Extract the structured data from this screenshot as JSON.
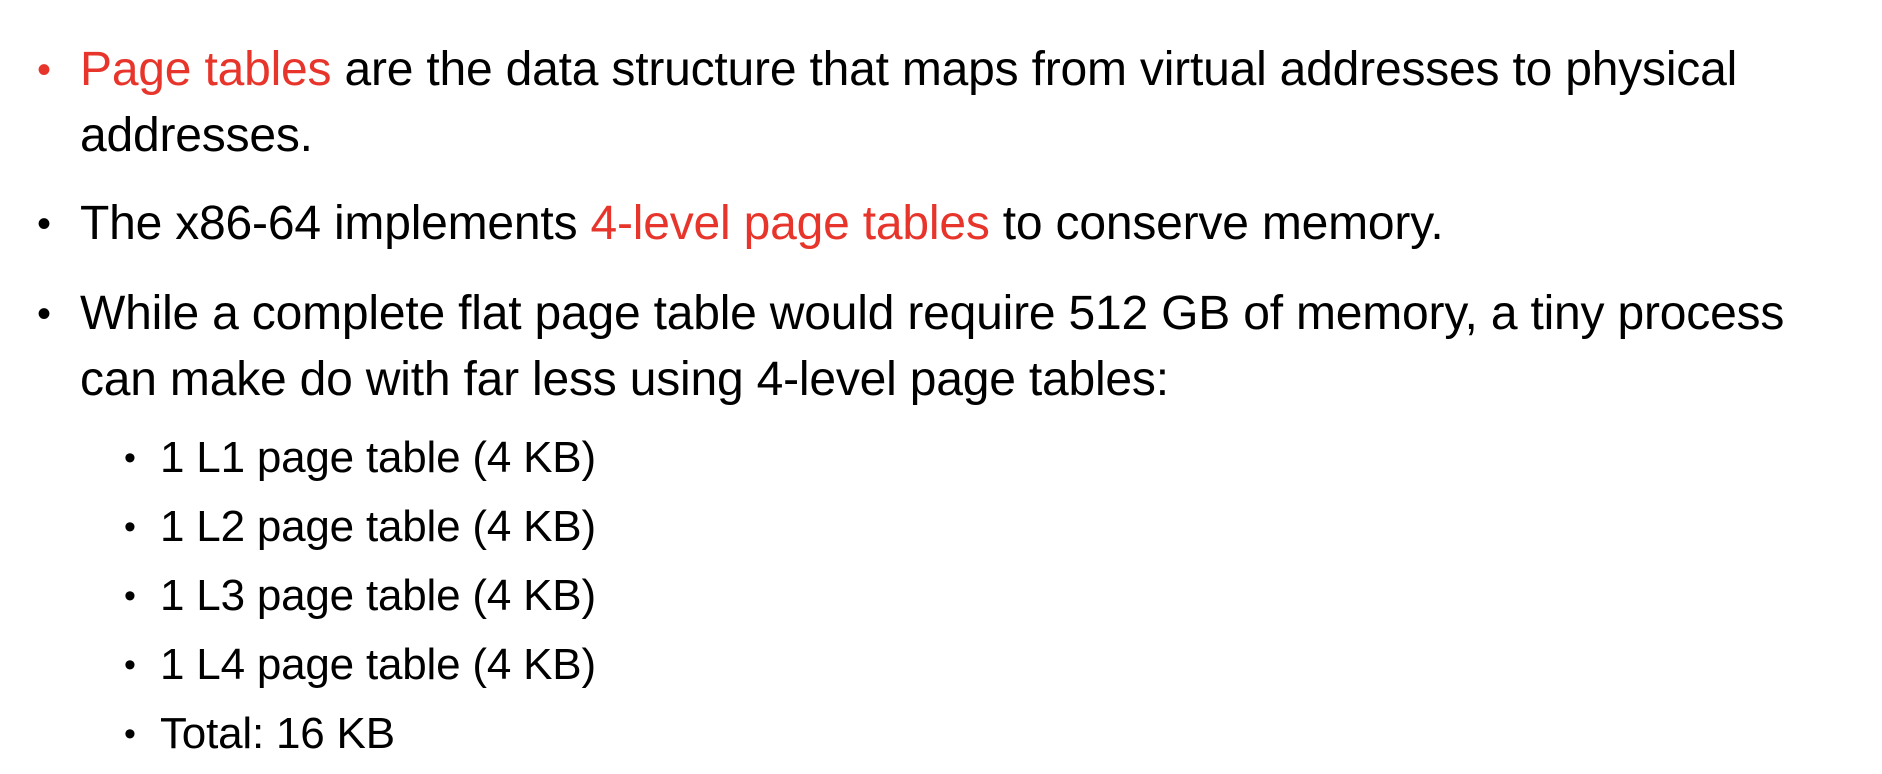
{
  "colors": {
    "highlight": "#e8352b",
    "text": "#000000",
    "background": "#ffffff"
  },
  "bullets": [
    {
      "highlight": "Page tables",
      "text": " are the data structure that maps from virtual addresses to physical addresses."
    },
    {
      "before": "The x86-64 implements ",
      "highlight": "4-level page tables",
      "after": " to conserve memory."
    },
    {
      "text": "While a complete flat page table would require 512 GB of memory, a tiny process can make do with far less using 4-level page tables:"
    }
  ],
  "sub_bullets": [
    "1 L1 page table (4 KB)",
    "1 L2 page table (4 KB)",
    "1 L3 page table (4 KB)",
    "1 L4 page table (4 KB)",
    "Total: 16 KB"
  ],
  "bullet_glyph": "•"
}
